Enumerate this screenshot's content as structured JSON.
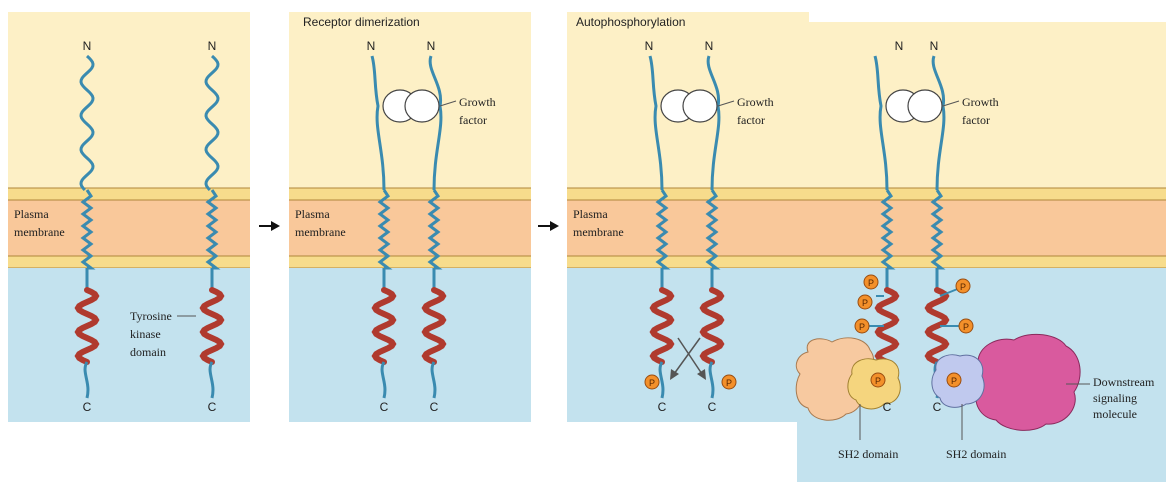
{
  "panels": [
    {
      "title": "",
      "membrane_label": [
        "Plasma",
        "membrane"
      ],
      "kinase_label": [
        "Tyrosine",
        "kinase",
        "domain"
      ],
      "n_labels": [
        "N",
        "N"
      ],
      "c_labels": [
        "C",
        "C"
      ]
    },
    {
      "title": "Receptor dimerization",
      "membrane_label": [
        "Plasma",
        "membrane"
      ],
      "growth_factor_label": [
        "Growth",
        "factor"
      ],
      "n_labels": [
        "N",
        "N"
      ],
      "c_labels": [
        "C",
        "C"
      ]
    },
    {
      "title": "Autophosphorylation",
      "membrane_label": [
        "Plasma",
        "membrane"
      ],
      "growth_factor_label": [
        "Growth",
        "factor"
      ],
      "n_labels": [
        "N",
        "N"
      ],
      "c_labels": [
        "C",
        "C"
      ],
      "phosphate_label": "P"
    },
    {
      "title": "",
      "growth_factor_label": [
        "Growth",
        "factor"
      ],
      "n_labels": [
        "N",
        "N"
      ],
      "c_labels": [
        "C",
        "C"
      ],
      "sh2_left_label": "SH2 domain",
      "sh2_right_label": "SH2 domain",
      "downstream_label": [
        "Downstream",
        "signaling",
        "molecule"
      ],
      "phosphate_label": "P"
    }
  ],
  "colors": {
    "extracellular": "#fdf0c6",
    "membrane_band": "#f9c89a",
    "membrane_line": "#f7dc8c",
    "cytoplasm": "#c3e2ee",
    "receptor": "#3a8bb0",
    "kinase": "#b03a2e",
    "phosphate": "#f3902a",
    "sh2_left": "#f5d57e",
    "sh2_right": "#c0c9ee",
    "protein_left": "#f7c9a0",
    "protein_right": "#d95a9e"
  }
}
